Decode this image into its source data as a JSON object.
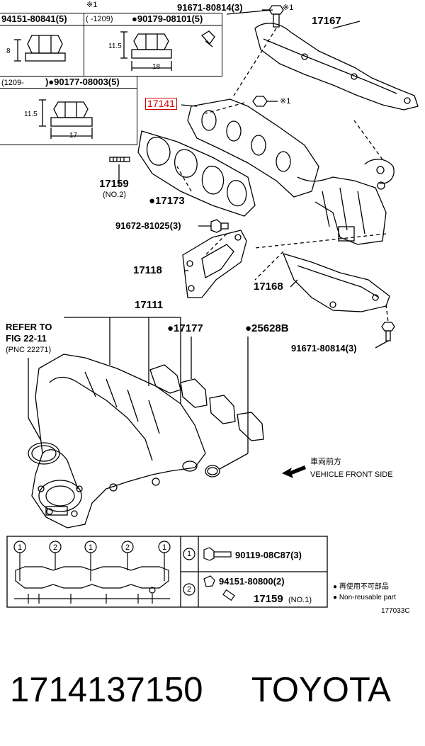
{
  "top_nuts": {
    "nut1": {
      "part": "94151-80841(5)",
      "dim_h": "8"
    },
    "nut2": {
      "note": "※1",
      "range": "(    -1209)",
      "part": "●90179-08101(5)",
      "dim_h": "11.5",
      "dim_w": "18"
    },
    "nut3": {
      "range": "(1209-",
      "part": ")●90177-08003(5)",
      "dim_h": "11.5",
      "dim_w": "17"
    }
  },
  "callouts": {
    "bolt_top": "91671-80814(3)",
    "bolt_top_note": "※1",
    "heat_insulator_upper": "17167",
    "manifold": "17141",
    "nut_note": "※1",
    "stud": "17159",
    "stud_sub": "(NO.2)",
    "gasket_exhaust": "●17173",
    "bolt_mid": "91672-81025(3)",
    "bracket": "17118",
    "heat_insulator_lower": "17168",
    "intake_manifold": "17111",
    "gasket_intake": "●17177",
    "gasket_ring": "●25628B",
    "bolt_low": "91671-80814(3)",
    "refer_line1": "REFER TO",
    "refer_line2": "FIG 22-11",
    "refer_line3": "(PNC 22271)"
  },
  "direction": {
    "jp": "車両前方",
    "en": "VEHICLE FRONT SIDE"
  },
  "legend_table": {
    "num1": "1",
    "num2": "2",
    "row1_part": "90119-08C87(3)",
    "row2_part": "94151-80800(2)",
    "row2b_part": "17159",
    "row2b_sub": "(NO.1)",
    "nonreuse_jp": "● 再使用不可部品",
    "nonreuse_en": "● Non-reusable part",
    "figure_code": "177033C",
    "markers": [
      "1",
      "2",
      "1",
      "2",
      "1"
    ]
  },
  "footer": {
    "part_number": "1714137150",
    "brand": "TOYOTA"
  }
}
